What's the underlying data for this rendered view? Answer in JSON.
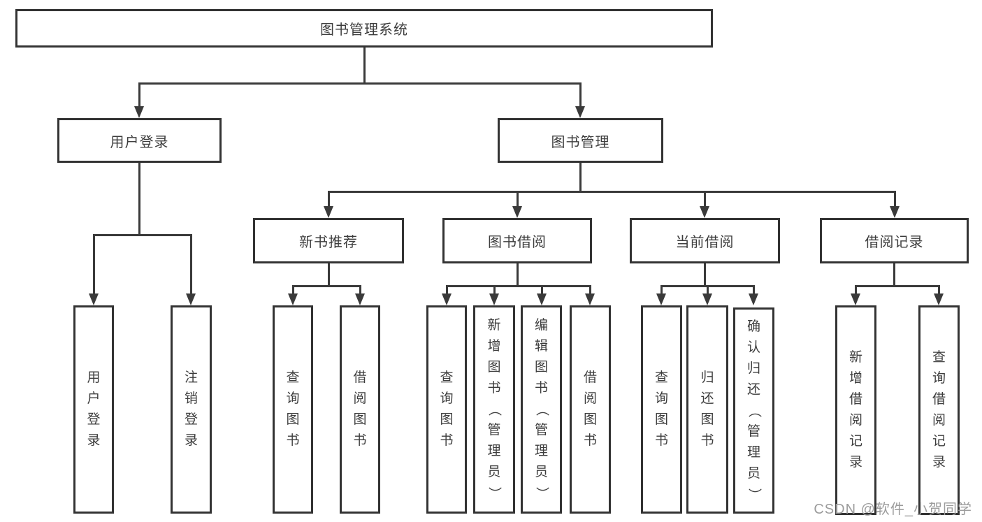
{
  "root": {
    "label": "图书管理系统"
  },
  "level1": {
    "user_login": {
      "label": "用户登录"
    },
    "book_mgmt": {
      "label": "图书管理"
    }
  },
  "level2": {
    "new_book_rec": {
      "label": "新书推荐"
    },
    "book_borrow": {
      "label": "图书借阅"
    },
    "current_borrow": {
      "label": "当前借阅"
    },
    "borrow_record": {
      "label": "借阅记录"
    }
  },
  "leaves": {
    "user_login": {
      "label": "用户登录"
    },
    "logout": {
      "label": "注销登录"
    },
    "rec_query_book": {
      "label": "查询图书"
    },
    "rec_borrow_book": {
      "label": "借阅图书"
    },
    "bb_query_book": {
      "label": "查询图书"
    },
    "bb_add_book": {
      "label": "新增图书（管理员）"
    },
    "bb_edit_book": {
      "label": "编辑图书（管理员）"
    },
    "bb_borrow_book": {
      "label": "借阅图书"
    },
    "cb_query_book": {
      "label": "查询图书"
    },
    "cb_return_book": {
      "label": "归还图书"
    },
    "cb_confirm_return": {
      "label": "确认归还（管理员）"
    },
    "br_add_record": {
      "label": "新增借阅记录"
    },
    "br_query_record": {
      "label": "查询借阅记录"
    }
  },
  "watermark": "CSDN @软件_小贺同学",
  "colors": {
    "line": "#3a3a3a",
    "box_border": "#333333",
    "text": "#3d3d3d",
    "watermark": "#9c9c9c",
    "background": "#ffffff"
  }
}
